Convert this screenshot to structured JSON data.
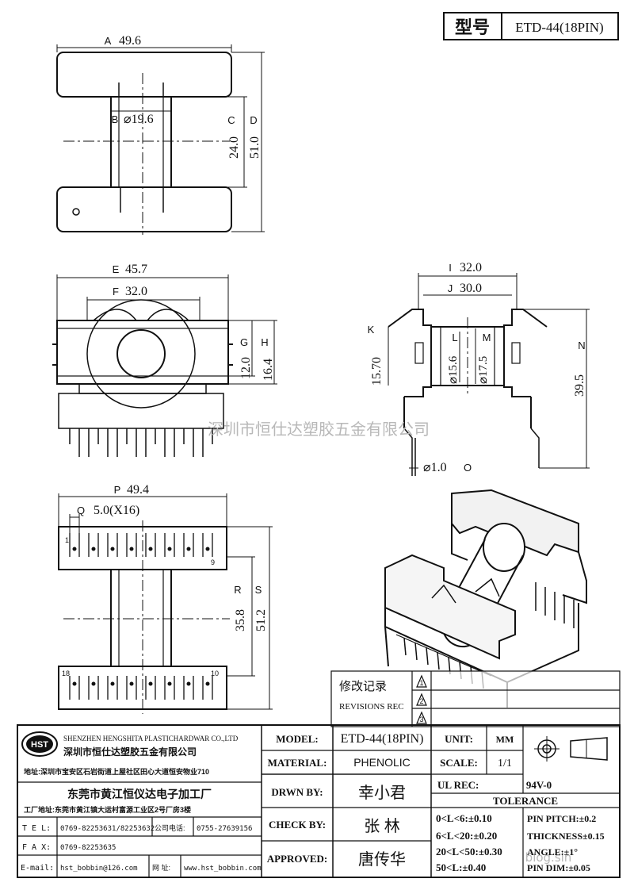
{
  "model_box": {
    "label": "型号",
    "value": "ETD-44(18PIN)"
  },
  "dimensions": {
    "A": "49.6",
    "B": "⌀19.6",
    "C": "24.0",
    "D": "51.0",
    "E": "45.7",
    "F": "32.0",
    "G": "12.0",
    "H": "16.4",
    "I": "32.0",
    "J": "30.0",
    "K": "15.70",
    "L": "⌀15.6",
    "M": "⌀17.5",
    "N": "39.5",
    "O": "⌀1.0",
    "P": "49.4",
    "Q": "5.0(X16)",
    "R": "35.8",
    "S": "51.2"
  },
  "pin_numbers": {
    "top_left": "1",
    "top_right": "9",
    "bottom_left": "18",
    "bottom_right": "10"
  },
  "watermark": "深圳市恒仕达塑胶五金有限公司",
  "watermark2": "blog.sin",
  "revisions": {
    "title_cn": "修改记录",
    "title_en": "REVISIONS REC",
    "marks": [
      "1",
      "2",
      "3"
    ]
  },
  "company": {
    "logo": "HST",
    "name_en": "SHENZHEN HENGSHITA PLASTICHARDWAR CO.,LTD",
    "name_cn": "深圳市恒仕达塑胶五金有限公司",
    "address": "地址:深圳市宝安区石岩街道上屋社区田心大道恒安物业710",
    "factory_cn": "东莞市黄江恒仪达电子加工厂",
    "factory_address": "工厂地址:东莞市黄江镇大运村富源工业区2号厂房3楼",
    "tel_label": "T E L:",
    "tel": "0769-82253631/82253632",
    "tel2_label": "公司电话:",
    "tel2": "0755-27639156",
    "fax_label": "F A X:",
    "fax": "0769-82253635",
    "email_label": "E-mail:",
    "email": "hst_bobbin@126.com",
    "web_label": "网 址:",
    "web": "www.hst_bobbin.com"
  },
  "title_block": {
    "model_label": "MODEL:",
    "model": "ETD-44(18PIN)",
    "material_label": "MATERIAL:",
    "material": "PHENOLIC",
    "drawn_label": "DRWN BY:",
    "drawn": "幸小君",
    "check_label": "CHECK BY:",
    "check": "张 林",
    "approved_label": "APPROVED:",
    "approved": "唐传华",
    "unit_label": "UNIT:",
    "unit": "MM",
    "scale_label": "SCALE:",
    "scale": "1/1",
    "ul_label": "UL REC:",
    "ul": "94V-0",
    "tolerance_label": "TOLERANCE",
    "tol_1": "0<L<6:±0.10",
    "tol_2": "6<L<20:±0.20",
    "tol_3": "20<L<50:±0.30",
    "tol_4": "50<L:±0.40",
    "pin_pitch": "PIN PITCH:±0.2",
    "thickness": "THICKNESS±0.15",
    "angle": "ANGLE:±1°",
    "pin_dim": "PIN DIM:±0.05"
  }
}
